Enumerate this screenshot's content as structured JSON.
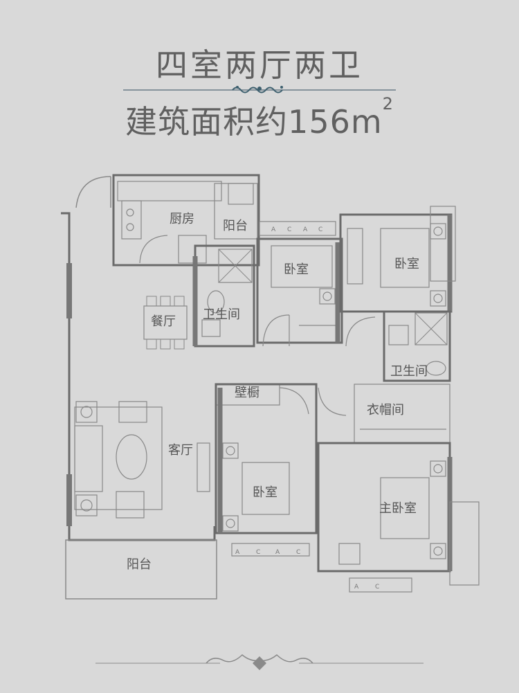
{
  "header": {
    "title": "四室两厅两卫",
    "area_text": "建筑面积约156m",
    "area_superscript": "2"
  },
  "rooms": {
    "kitchen": "厨房",
    "balcony_top": "阳台",
    "dining": "餐厅",
    "bathroom_1": "卫生间",
    "bedroom_1": "卧室",
    "bedroom_2": "卧室",
    "bathroom_2": "卫生间",
    "wardrobe": "壁橱",
    "cloakroom": "衣帽间",
    "living": "客厅",
    "bedroom_3": "卧室",
    "master_bedroom": "主卧室",
    "balcony_bottom": "阳台"
  },
  "window_marks": [
    "A",
    "C",
    "A",
    "C",
    "A",
    "C",
    "A",
    "C",
    "A",
    "C"
  ],
  "colors": {
    "background": "#d9d9d9",
    "wall": "#666666",
    "line": "#8a8a8a",
    "ornament": "#4a6a7a"
  }
}
